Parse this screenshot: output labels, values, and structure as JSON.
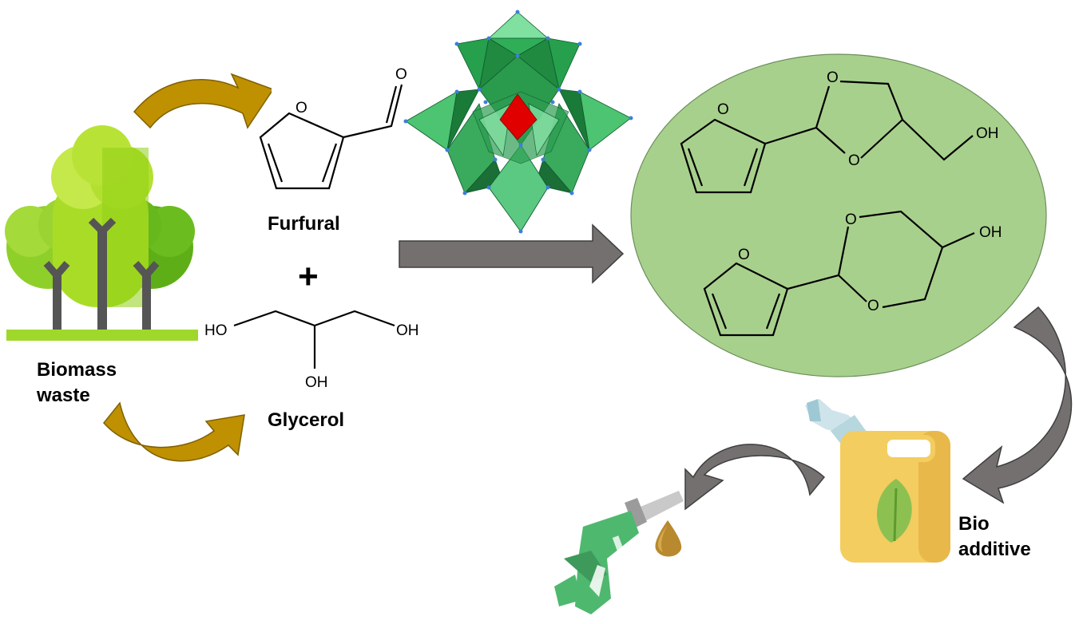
{
  "labels": {
    "biomass_line1": "Biomass",
    "biomass_line2": "waste",
    "furfural": "Furfural",
    "plus": "+",
    "glycerol": "Glycerol",
    "bio_line1": "Bio",
    "bio_line2": "additive"
  },
  "atoms": {
    "furfural_ring_o": "O",
    "furfural_aldehyde_o": "O",
    "glycerol_ho_left": "HO",
    "glycerol_oh_right": "OH",
    "glycerol_oh_bottom": "OH",
    "dioxolane_furan_o": "O",
    "dioxolane_o_top": "O",
    "dioxolane_o_bottom": "O",
    "dioxolane_oh": "OH",
    "dioxane_furan_o": "O",
    "dioxane_o_top": "O",
    "dioxane_o_bottom": "O",
    "dioxane_oh": "OH"
  },
  "colors": {
    "product_ellipse": "#a8d08d",
    "gold_arrow": "#bf9000",
    "gray_arrow": "#747070",
    "catalyst_green": "#2e9e4f",
    "catalyst_core": "#e00000",
    "canister": "#f3cd5f",
    "nozzle": "#4fb86f"
  },
  "icons": {
    "trees": "biomass-trees-icon",
    "catalyst": "polyoxometalate-catalyst-icon",
    "canister": "fuel-canister-icon",
    "nozzle": "fuel-nozzle-icon",
    "drop": "oil-drop-icon"
  }
}
